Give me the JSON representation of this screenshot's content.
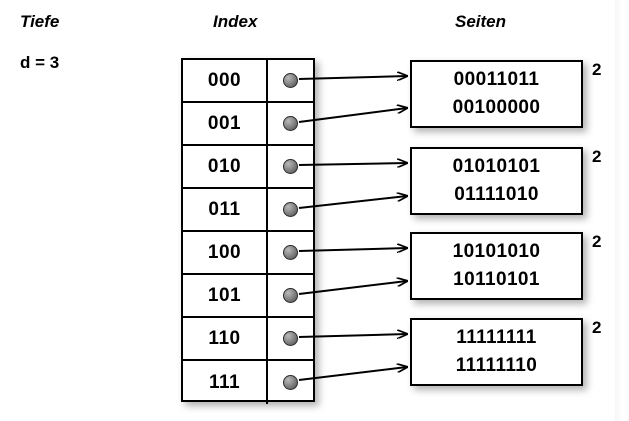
{
  "headings": {
    "depth": "Tiefe",
    "index": "Index",
    "pages": "Seiten"
  },
  "depth": {
    "value": "d = 3"
  },
  "index_table": {
    "rows": [
      {
        "key": "000",
        "pointer": "pointer-dot"
      },
      {
        "key": "001",
        "pointer": "pointer-dot"
      },
      {
        "key": "010",
        "pointer": "pointer-dot"
      },
      {
        "key": "011",
        "pointer": "pointer-dot"
      },
      {
        "key": "100",
        "pointer": "pointer-dot"
      },
      {
        "key": "101",
        "pointer": "pointer-dot"
      },
      {
        "key": "110",
        "pointer": "pointer-dot"
      },
      {
        "key": "111",
        "pointer": "pointer-dot"
      }
    ]
  },
  "pages": [
    {
      "line1": "00011011",
      "line2": "00100000",
      "count": "2"
    },
    {
      "line1": "01010101",
      "line2": "01111010",
      "count": "2"
    },
    {
      "line1": "10101010",
      "line2": "10110101",
      "count": "2"
    },
    {
      "line1": "11111111",
      "line2": "11111110",
      "count": "2"
    }
  ],
  "colors": {
    "background": "#ffffff",
    "stroke": "#000000",
    "pointer_dot": "#8c8c8c"
  }
}
